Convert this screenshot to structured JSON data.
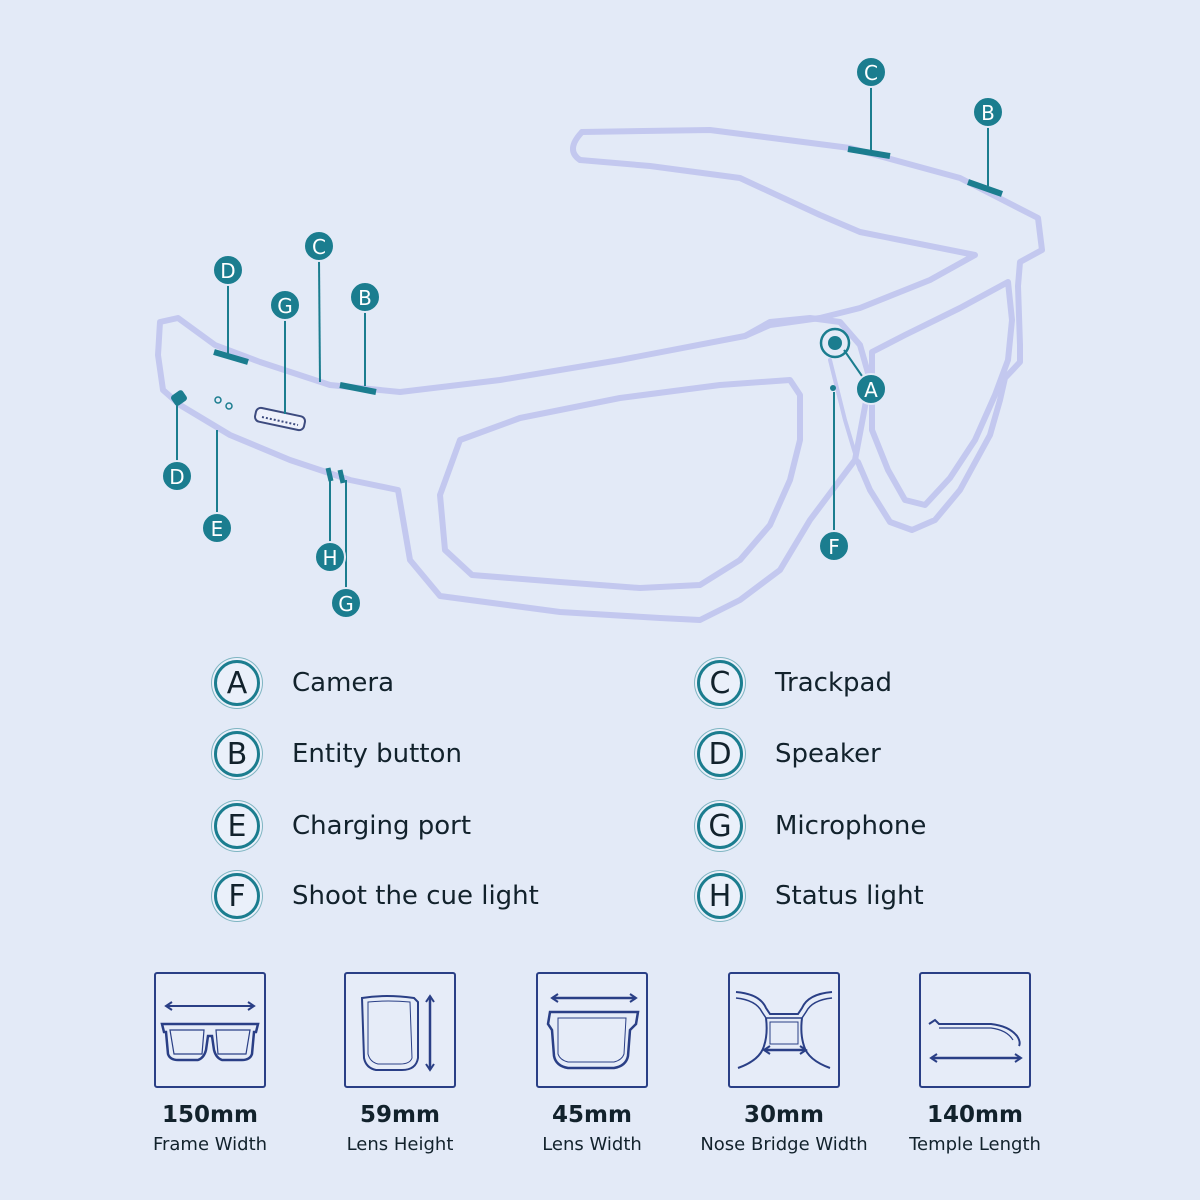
{
  "callouts": {
    "a": "A",
    "b": "B",
    "c": "C",
    "d": "D",
    "e": "E",
    "f": "F",
    "g": "G",
    "h": "H"
  },
  "legend": [
    {
      "letter": "A",
      "label": "Camera"
    },
    {
      "letter": "B",
      "label": "Entity button"
    },
    {
      "letter": "E",
      "label": "Charging port"
    },
    {
      "letter": "F",
      "label": "Shoot the cue light"
    },
    {
      "letter": "C",
      "label": "Trackpad"
    },
    {
      "letter": "D",
      "label": "Speaker"
    },
    {
      "letter": "G",
      "label": "Microphone"
    },
    {
      "letter": "H",
      "label": "Status light"
    }
  ],
  "specs": [
    {
      "value": "150mm",
      "label": "Frame Width",
      "icon": "frame-width-icon"
    },
    {
      "value": "59mm",
      "label": "Lens Height",
      "icon": "lens-height-icon"
    },
    {
      "value": "45mm",
      "label": "Lens Width",
      "icon": "lens-width-icon"
    },
    {
      "value": "30mm",
      "label": "Nose Bridge Width",
      "icon": "nose-bridge-icon"
    },
    {
      "value": "140mm",
      "label": "Temple Length",
      "icon": "temple-length-icon"
    }
  ],
  "colors": {
    "background": "#e3eaf7",
    "outline": "#c3c8ef",
    "callout": "#1b7d8f",
    "spec_border": "#2a3f86",
    "text": "#12222c"
  }
}
